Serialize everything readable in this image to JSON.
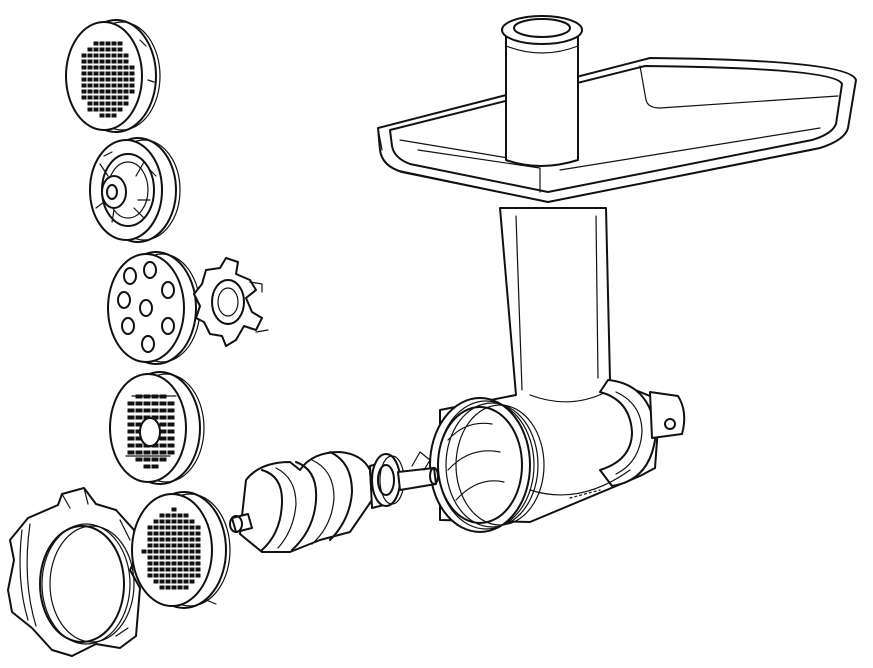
{
  "figure": {
    "kind": "exploded assembly diagram",
    "line_color": "#111111",
    "background": "#ffffff"
  },
  "parts": [
    {
      "id": "fine-grinding-plate",
      "icon": "perforated-disc"
    },
    {
      "id": "shredder-drum",
      "icon": "drum-disc"
    },
    {
      "id": "sausage-plate-and-cross-knife",
      "icon": "holed-disc-star"
    },
    {
      "id": "medium-grinding-plate",
      "icon": "slotted-disc"
    },
    {
      "id": "coarse-grinding-plate",
      "icon": "perforated-disc"
    },
    {
      "id": "retaining-ring",
      "icon": "threaded-ring"
    },
    {
      "id": "feed-screw-auger",
      "icon": "auger"
    },
    {
      "id": "food-tray",
      "icon": "tray"
    },
    {
      "id": "grinder-housing",
      "icon": "housing"
    }
  ]
}
